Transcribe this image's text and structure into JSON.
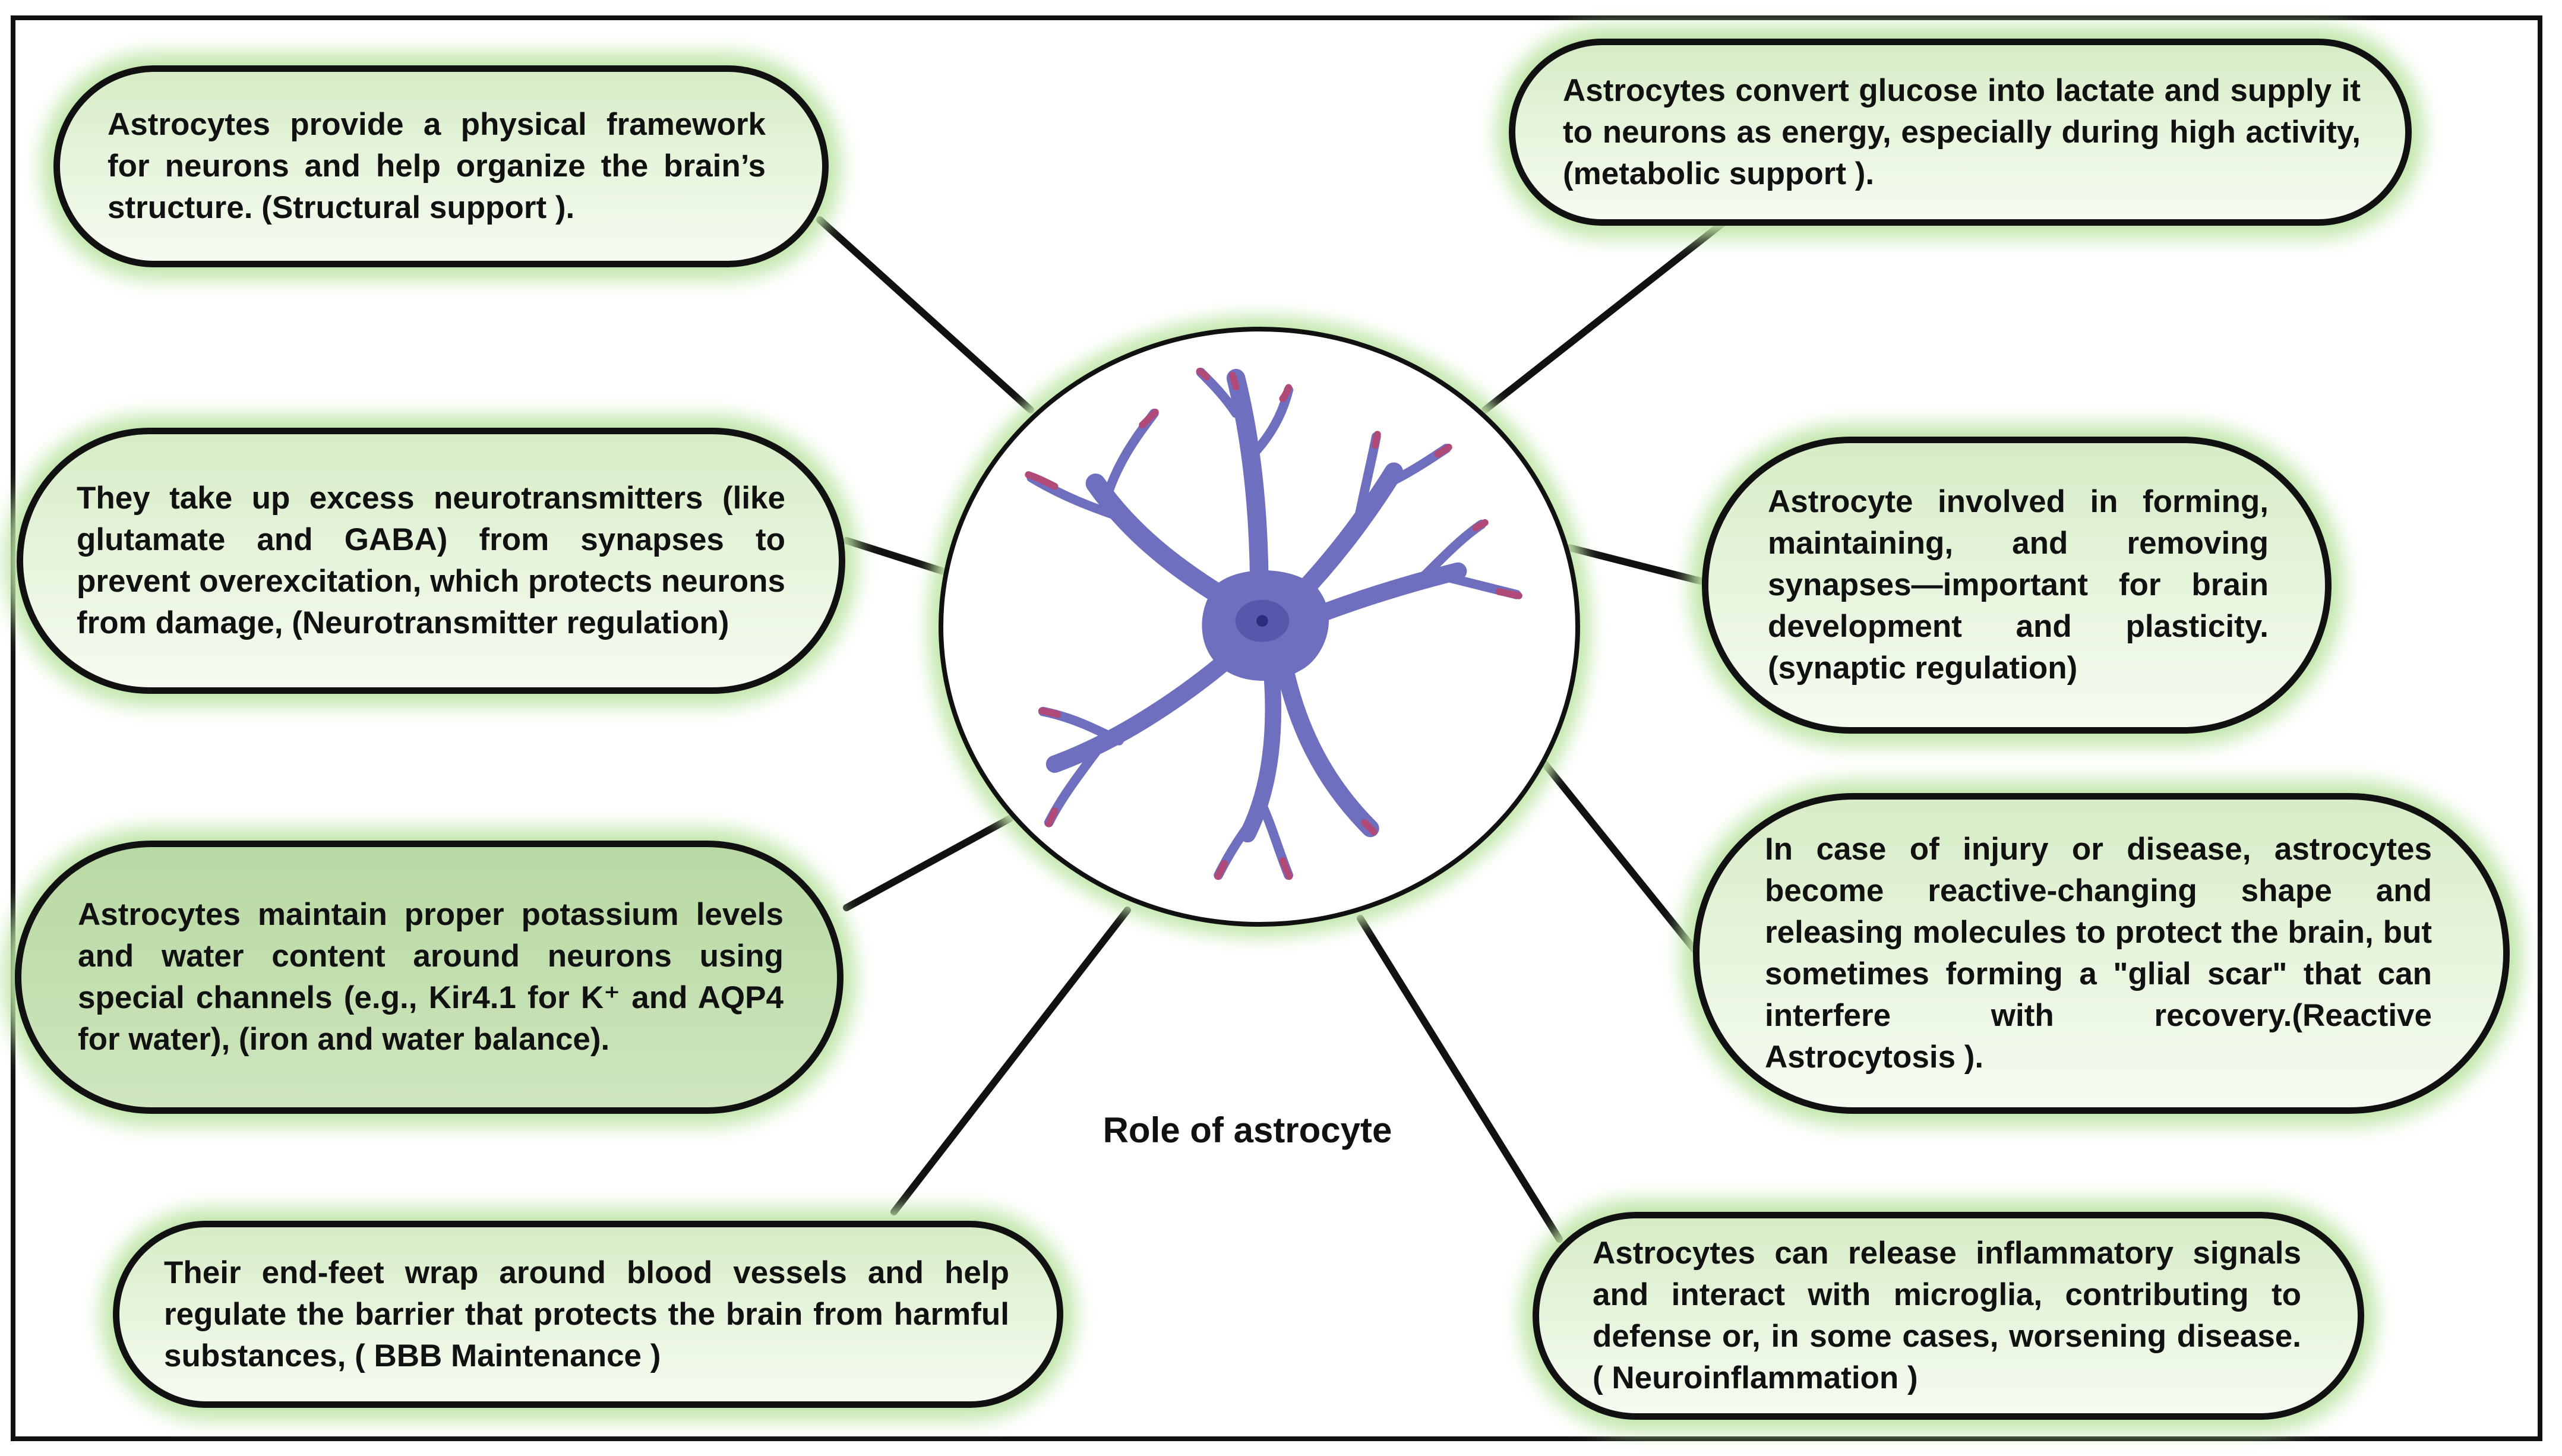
{
  "center": {
    "caption": "Role of astrocyte",
    "icon": "astrocyte-cell-icon"
  },
  "colors": {
    "bubble_fill": "#e4f3d8",
    "bubble_fill_dark": "#c5e0b2",
    "bubble_glow": "#bfe6a8",
    "cell_body": "#6f6fc0",
    "process_tips": "#b04a78",
    "outline": "#111111"
  },
  "roles": {
    "structural": "Astrocytes provide a physical framework for neurons and help organize the brain’s structure. (Structural support ).",
    "metabolic": "Astrocytes convert glucose into lactate and supply it to neurons as energy, especially during high activity, (metabolic support ).",
    "neurotransmitter": "They take up excess neurotransmitters (like glutamate and GABA) from synapses to prevent overexcitation, which protects neurons from damage, (Neurotransmitter regulation)",
    "synaptic": "Astrocyte involved in forming, maintaining, and removing synapses—important for brain development and plasticity. (synaptic regulation)",
    "ion_water": "Astrocytes maintain proper potassium levels and water content around neurons using special channels (e.g., Kir4.1 for K⁺ and AQP4 for water), (iron and water balance).",
    "reactive": "In case of injury or disease, astrocytes become reactive-changing shape and releasing molecules to protect the brain, but sometimes forming a \"glial scar\" that can interfere with recovery.(Reactive Astrocytosis ).",
    "bbb": "Their end-feet wrap around blood vessels and help regulate the barrier that protects the brain from harmful substances, ( BBB Maintenance )",
    "neuroinflammation": "Astrocytes can release inflammatory signals and interact with microglia, contributing to defense or, in some cases, worsening disease. ( Neuroinflammation )"
  }
}
